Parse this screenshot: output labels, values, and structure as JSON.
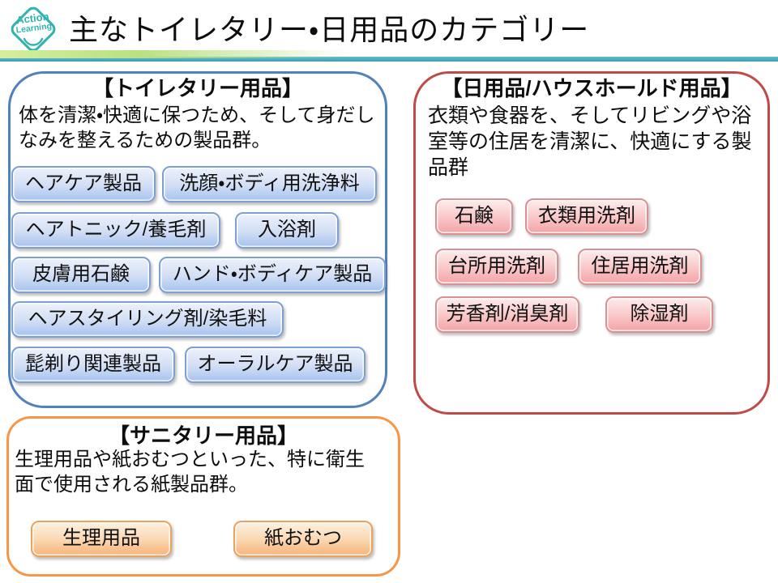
{
  "header": {
    "logo": {
      "line1": "Action",
      "line2": "Learning"
    },
    "title": "主なトイレタリー・日用品のカテゴリー"
  },
  "theme": {
    "logo-teal": "#2fb3ae",
    "bar-green": "#b9e182",
    "line-teal": "#4bacc6",
    "accent-toiletry": "#4f81bd",
    "accent-household": "#be4b48",
    "accent-sanitary": "#f79646",
    "tag-blue-top": "#edf2fb",
    "tag-blue-mid": "#d3dff5",
    "tag-blue-bottom": "#a7c3ee",
    "tag-blue-border": "#7d9fd4",
    "tag-pink-top": "#fdecec",
    "tag-pink-mid": "#f9c8c9",
    "tag-pink-bottom": "#f3a3a6",
    "tag-pink-border": "#dd9093",
    "tag-orange-top": "#fdf1e2",
    "tag-orange-mid": "#fbd8b2",
    "tag-orange-bottom": "#f6b377",
    "tag-orange-border": "#eda25b"
  },
  "boxes": {
    "toiletry": {
      "title": "【トイレタリー用品】",
      "description": "体を清潔・快適に保つため、そして身だしなみを整えるための製品群。",
      "tags": [
        "ヘアケア製品",
        "洗顔・ボディ用洗浄料",
        "ヘアトニック/養毛剤",
        "入浴剤",
        "皮膚用石鹸",
        "ハンド・ボディケア製品",
        "ヘアスタイリング剤/染毛料",
        "髭剃り関連製品",
        "オーラルケア製品"
      ]
    },
    "household": {
      "title": "【日用品/ハウスホールド用品】",
      "description": "衣類や食器を、そしてリビングや浴室等の住居を清潔に、快適にする製品群",
      "tags": [
        "石鹸",
        "衣類用洗剤",
        "台所用洗剤",
        "住居用洗剤",
        "芳香剤/消臭剤",
        "除湿剤"
      ]
    },
    "sanitary": {
      "title": "【サニタリー用品】",
      "description": "生理用品や紙おむつといった、特に衛生面で使用される紙製品群。",
      "tags": [
        "生理用品",
        "紙おむつ"
      ]
    }
  }
}
